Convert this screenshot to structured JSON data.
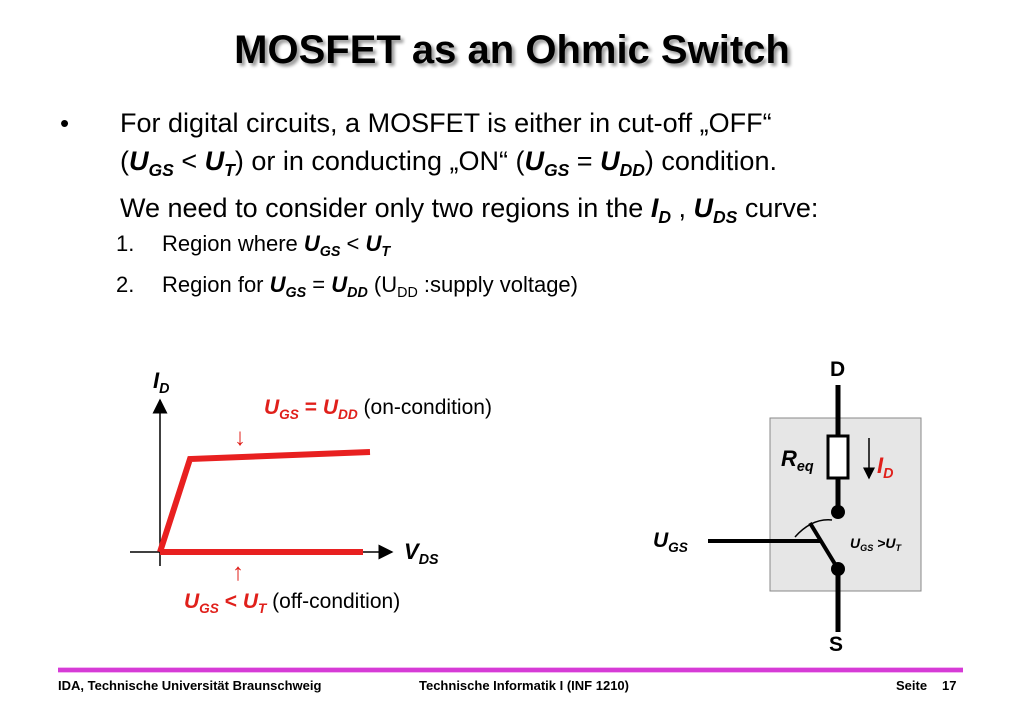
{
  "title": "MOSFET as an Ohmic Switch",
  "bullet": {
    "marker": "•",
    "line1": "For digital circuits, a MOSFET is either in cut-off „OFF“",
    "line2": {
      "open": "(",
      "ugs1": "U",
      "ugs1_sub": "GS",
      "lt": " < ",
      "ut": "U",
      "ut_sub": "T",
      "mid": ") or in conducting „ON“ (",
      "ugs2": "U",
      "ugs2_sub": "GS",
      "eq": " = ",
      "udd": "U",
      "udd_sub": "DD",
      "end": ") condition."
    },
    "line3": {
      "start": "We need to consider only two regions in the ",
      "id": "I",
      "id_sub": "D",
      "comma": " , ",
      "uds": "U",
      "uds_sub": "DS",
      "end": " curve:"
    }
  },
  "items": [
    {
      "num": "1.",
      "text": "Region where  ",
      "a": "U",
      "a_sub": "GS",
      "op": " < ",
      "b": "U",
      "b_sub": "T"
    },
    {
      "num": "2.",
      "text": "Region for  ",
      "a": "U",
      "a_sub": "GS",
      "op": " = ",
      "b": "U",
      "b_sub": "DD",
      "tail_open": " (U",
      "tail_sub": "DD",
      "tail_end": " :supply voltage)"
    }
  ],
  "graph": {
    "y_axis": "I",
    "y_axis_sub": "D",
    "x_axis": "V",
    "x_axis_sub": "DS",
    "on_label": {
      "a": "U",
      "a_sub": "GS",
      "op": " = ",
      "b": "U",
      "b_sub": "DD",
      "note": " (on-condition)"
    },
    "off_label": {
      "a": "U",
      "a_sub": "GS",
      "op": " < ",
      "b": "U",
      "b_sub": "T",
      "note": "  (off-condition)"
    },
    "arrow_down": "↓",
    "arrow_up": "↑",
    "curve_color": "#e82020"
  },
  "circuit": {
    "drain": "D",
    "source": "S",
    "req": "R",
    "req_sub": "eq",
    "id": "I",
    "id_sub": "D",
    "ugs": "U",
    "ugs_sub": "GS",
    "cond": "U",
    "cond_sub": "GS",
    "cond_op": " >U",
    "cond_t": "T",
    "box_color": "#e6e6e6"
  },
  "footer": {
    "left": "IDA, Technische Universität Braunschweig",
    "center": "Technische Informatik I (INF 1210)",
    "seite": "Seite",
    "page": "17",
    "line_color": "#d63bd6"
  }
}
